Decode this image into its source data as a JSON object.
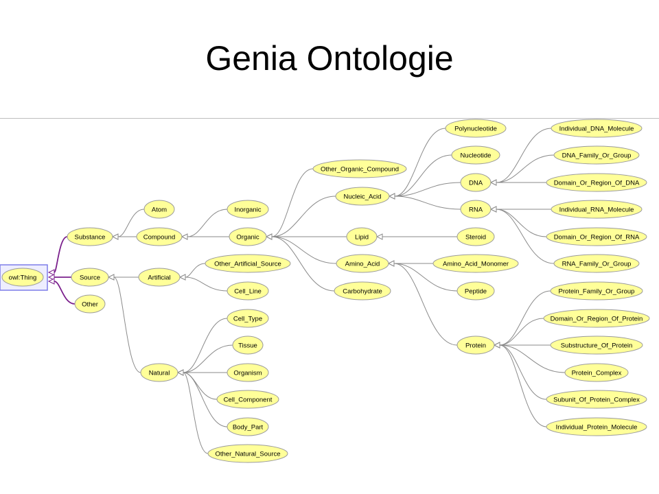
{
  "slide": {
    "title": "Genia Ontologie"
  },
  "colors": {
    "node_fill": "#ffff99",
    "node_stroke": "#9a9a9a",
    "edge": "#8a8a8a",
    "root_edge": "#7a1f8c",
    "root_highlight": "#7d7de8",
    "root_highlight_fill": "#eeeeff"
  },
  "nodes": {
    "owl_thing": "owl:Thing",
    "substance": "Substance",
    "source": "Source",
    "other": "Other",
    "atom": "Atom",
    "compound": "Compound",
    "artificial": "Artificial",
    "natural": "Natural",
    "inorganic": "Inorganic",
    "organic": "Organic",
    "other_artificial_source": "Other_Artificial_Source",
    "cell_line": "Cell_Line",
    "cell_type": "Cell_Type",
    "tissue": "Tissue",
    "organism": "Organism",
    "cell_component": "Cell_Component",
    "body_part": "Body_Part",
    "other_natural_source": "Other_Natural_Source",
    "other_organic_compound": "Other_Organic_Compound",
    "nucleic_acid": "Nucleic_Acid",
    "lipid": "Lipid",
    "amino_acid": "Amino_Acid",
    "carbohydrate": "Carbohydrate",
    "polynucleotide": "Polynucleotide",
    "nucleotide": "Nucleotide",
    "dna": "DNA",
    "rna": "RNA",
    "steroid": "Steroid",
    "amino_acid_monomer": "Amino_Acid_Monomer",
    "peptide": "Peptide",
    "protein": "Protein",
    "individual_dna_molecule": "Individual_DNA_Molecule",
    "dna_family_or_group": "DNA_Family_Or_Group",
    "domain_or_region_of_dna": "Domain_Or_Region_Of_DNA",
    "individual_rna_molecule": "Individual_RNA_Molecule",
    "domain_or_region_of_rna": "Domain_Or_Region_Of_RNA",
    "rna_family_or_group": "RNA_Family_Or_Group",
    "protein_family_or_group": "Protein_Family_Or_Group",
    "domain_or_region_of_protein": "Domain_Or_Region_Of_Protein",
    "substructure_of_protein": "Substructure_Of_Protein",
    "protein_complex": "Protein_Complex",
    "subunit_of_protein_complex": "Subunit_Of_Protein_Complex",
    "individual_protein_molecule": "Individual_Protein_Molecule"
  },
  "edges": [
    [
      "substance",
      "owl_thing"
    ],
    [
      "source",
      "owl_thing"
    ],
    [
      "other",
      "owl_thing"
    ],
    [
      "atom",
      "substance"
    ],
    [
      "compound",
      "substance"
    ],
    [
      "artificial",
      "source"
    ],
    [
      "natural",
      "source"
    ],
    [
      "inorganic",
      "compound"
    ],
    [
      "organic",
      "compound"
    ],
    [
      "other_artificial_source",
      "artificial"
    ],
    [
      "cell_line",
      "artificial"
    ],
    [
      "cell_type",
      "natural"
    ],
    [
      "tissue",
      "natural"
    ],
    [
      "organism",
      "natural"
    ],
    [
      "cell_component",
      "natural"
    ],
    [
      "body_part",
      "natural"
    ],
    [
      "other_natural_source",
      "natural"
    ],
    [
      "other_organic_compound",
      "organic"
    ],
    [
      "nucleic_acid",
      "organic"
    ],
    [
      "lipid",
      "organic"
    ],
    [
      "amino_acid",
      "organic"
    ],
    [
      "carbohydrate",
      "organic"
    ],
    [
      "polynucleotide",
      "nucleic_acid"
    ],
    [
      "nucleotide",
      "nucleic_acid"
    ],
    [
      "dna",
      "nucleic_acid"
    ],
    [
      "rna",
      "nucleic_acid"
    ],
    [
      "steroid",
      "lipid"
    ],
    [
      "amino_acid_monomer",
      "amino_acid"
    ],
    [
      "peptide",
      "amino_acid"
    ],
    [
      "protein",
      "amino_acid"
    ],
    [
      "individual_dna_molecule",
      "dna"
    ],
    [
      "dna_family_or_group",
      "dna"
    ],
    [
      "domain_or_region_of_dna",
      "dna"
    ],
    [
      "individual_rna_molecule",
      "rna"
    ],
    [
      "domain_or_region_of_rna",
      "rna"
    ],
    [
      "rna_family_or_group",
      "rna"
    ],
    [
      "protein_family_or_group",
      "protein"
    ],
    [
      "domain_or_region_of_protein",
      "protein"
    ],
    [
      "substructure_of_protein",
      "protein"
    ],
    [
      "protein_complex",
      "protein"
    ],
    [
      "subunit_of_protein_complex",
      "protein"
    ],
    [
      "individual_protein_molecule",
      "protein"
    ]
  ]
}
